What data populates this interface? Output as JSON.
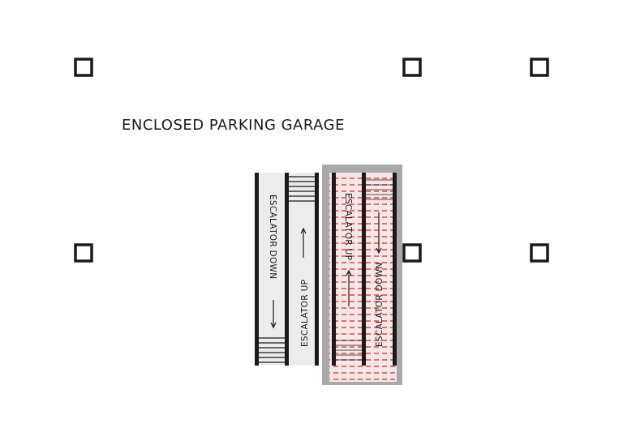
{
  "title": "ENCLOSED PARKING GARAGE",
  "escalators": {
    "left_pair": {
      "down_label": "ESCALATOR DOWN",
      "up_label": "ESCALATOR UP"
    },
    "right_pair": {
      "up_label": "ESCALATOR UP",
      "down_label": "ESCALATOR DOWN"
    }
  },
  "colors": {
    "ink": "#1a1a1a",
    "escalator_fill": "#ececec",
    "highlight_frame": "#a9a9ab",
    "hatch_red": "#d9534f",
    "hatch_bg": "#f6e0e0"
  }
}
